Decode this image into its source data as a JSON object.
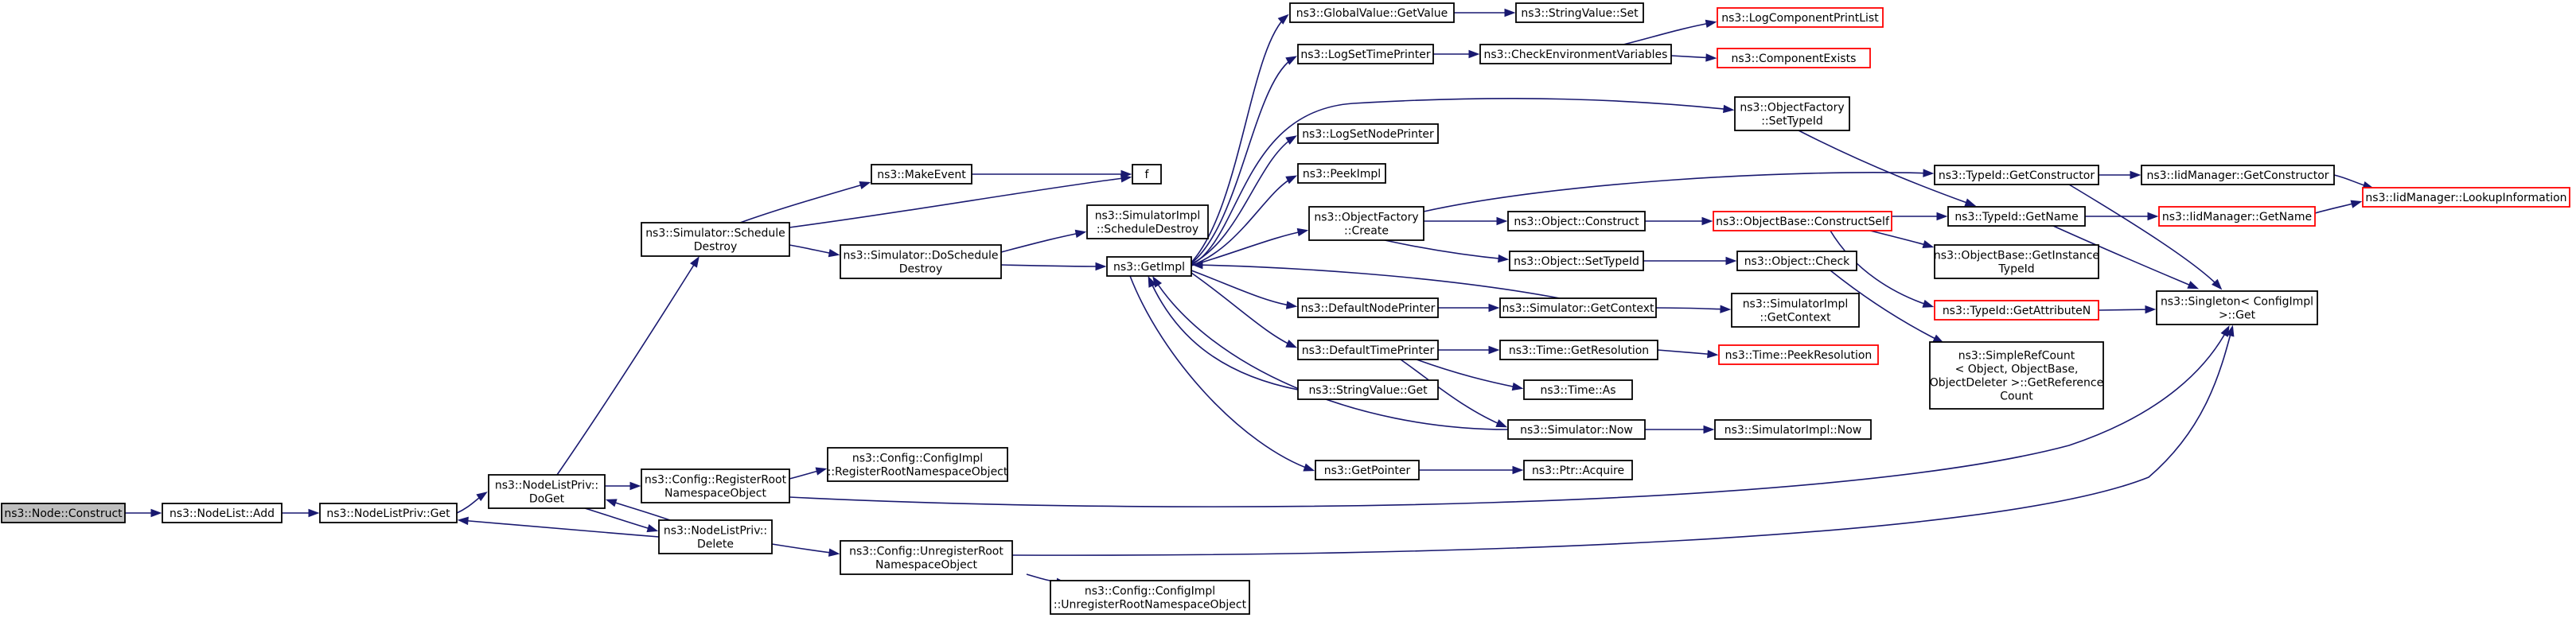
{
  "colors": {
    "edge": "#191970",
    "node_border": "#000000",
    "node_fill": "#ffffff",
    "truncated_border": "#ff0000",
    "root_fill": "#bfbfbf"
  },
  "nodes": [
    {
      "id": "n_construct",
      "lines": [
        "ns3::Node::Construct"
      ],
      "style": "root"
    },
    {
      "id": "n_nodelist_add",
      "lines": [
        "ns3::NodeList::Add"
      ],
      "style": "normal"
    },
    {
      "id": "n_nlp_get",
      "lines": [
        "ns3::NodeListPriv::Get"
      ],
      "style": "normal"
    },
    {
      "id": "n_nlp_doget",
      "lines": [
        "ns3::NodeListPriv::",
        "DoGet"
      ],
      "style": "normal"
    },
    {
      "id": "n_cfg_register",
      "lines": [
        "ns3::Config::RegisterRoot",
        "NamespaceObject"
      ],
      "style": "normal"
    },
    {
      "id": "n_nlp_delete",
      "lines": [
        "ns3::NodeListPriv::",
        "Delete"
      ],
      "style": "normal"
    },
    {
      "id": "n_sim_schedule_destroy",
      "lines": [
        "ns3::Simulator::Schedule",
        "Destroy"
      ],
      "style": "normal"
    },
    {
      "id": "n_cfgimpl_register",
      "lines": [
        "ns3::Config::ConfigImpl",
        "::RegisterRootNamespaceObject"
      ],
      "style": "normal"
    },
    {
      "id": "n_cfg_unregister",
      "lines": [
        "ns3::Config::UnregisterRoot",
        "NamespaceObject"
      ],
      "style": "normal"
    },
    {
      "id": "n_cfgimpl_unregister",
      "lines": [
        "ns3::Config::ConfigImpl",
        "::UnregisterRootNamespaceObject"
      ],
      "style": "normal"
    },
    {
      "id": "n_make_event",
      "lines": [
        "ns3::MakeEvent"
      ],
      "style": "normal"
    },
    {
      "id": "n_f",
      "lines": [
        "f"
      ],
      "style": "normal"
    },
    {
      "id": "n_sim_do_schedule_destroy",
      "lines": [
        "ns3::Simulator::DoSchedule",
        "Destroy"
      ],
      "style": "normal"
    },
    {
      "id": "n_simimpl_schedule_destroy",
      "lines": [
        "ns3::SimulatorImpl",
        "::ScheduleDestroy"
      ],
      "style": "normal"
    },
    {
      "id": "n_getimpl",
      "lines": [
        "ns3::GetImpl"
      ],
      "style": "normal"
    },
    {
      "id": "n_globalvalue_getvalue",
      "lines": [
        "ns3::GlobalValue::GetValue"
      ],
      "style": "normal"
    },
    {
      "id": "n_stringvalue_set",
      "lines": [
        "ns3::StringValue::Set"
      ],
      "style": "normal"
    },
    {
      "id": "n_log_set_time_printer",
      "lines": [
        "ns3::LogSetTimePrinter"
      ],
      "style": "normal"
    },
    {
      "id": "n_check_env_vars",
      "lines": [
        "ns3::CheckEnvironmentVariables"
      ],
      "style": "normal"
    },
    {
      "id": "n_log_component_print_list",
      "lines": [
        "ns3::LogComponentPrintList"
      ],
      "style": "truncated"
    },
    {
      "id": "n_component_exists",
      "lines": [
        "ns3::ComponentExists"
      ],
      "style": "truncated"
    },
    {
      "id": "n_log_set_node_printer",
      "lines": [
        "ns3::LogSetNodePrinter"
      ],
      "style": "normal"
    },
    {
      "id": "n_objfactory_settypeid",
      "lines": [
        "ns3::ObjectFactory",
        "::SetTypeId"
      ],
      "style": "normal"
    },
    {
      "id": "n_peekimpl",
      "lines": [
        "ns3::PeekImpl"
      ],
      "style": "normal"
    },
    {
      "id": "n_objfactory_create",
      "lines": [
        "ns3::ObjectFactory",
        "::Create"
      ],
      "style": "normal"
    },
    {
      "id": "n_object_construct",
      "lines": [
        "ns3::Object::Construct"
      ],
      "style": "normal"
    },
    {
      "id": "n_objectbase_constructself",
      "lines": [
        "ns3::ObjectBase::ConstructSelf"
      ],
      "style": "truncated"
    },
    {
      "id": "n_object_settypeid",
      "lines": [
        "ns3::Object::SetTypeId"
      ],
      "style": "normal"
    },
    {
      "id": "n_object_check",
      "lines": [
        "ns3::Object::Check"
      ],
      "style": "normal"
    },
    {
      "id": "n_default_node_printer",
      "lines": [
        "ns3::DefaultNodePrinter"
      ],
      "style": "normal"
    },
    {
      "id": "n_sim_getcontext",
      "lines": [
        "ns3::Simulator::GetContext"
      ],
      "style": "normal"
    },
    {
      "id": "n_simimpl_getcontext",
      "lines": [
        "ns3::SimulatorImpl",
        "::GetContext"
      ],
      "style": "normal"
    },
    {
      "id": "n_default_time_printer",
      "lines": [
        "ns3::DefaultTimePrinter"
      ],
      "style": "normal"
    },
    {
      "id": "n_time_getresolution",
      "lines": [
        "ns3::Time::GetResolution"
      ],
      "style": "normal"
    },
    {
      "id": "n_time_peekresolution",
      "lines": [
        "ns3::Time::PeekResolution"
      ],
      "style": "truncated"
    },
    {
      "id": "n_time_as",
      "lines": [
        "ns3::Time::As"
      ],
      "style": "normal"
    },
    {
      "id": "n_stringvalue_get",
      "lines": [
        "ns3::StringValue::Get"
      ],
      "style": "normal"
    },
    {
      "id": "n_sim_now",
      "lines": [
        "ns3::Simulator::Now"
      ],
      "style": "normal"
    },
    {
      "id": "n_simimpl_now",
      "lines": [
        "ns3::SimulatorImpl::Now"
      ],
      "style": "normal"
    },
    {
      "id": "n_getpointer",
      "lines": [
        "ns3::GetPointer"
      ],
      "style": "normal"
    },
    {
      "id": "n_ptr_acquire",
      "lines": [
        "ns3::Ptr::Acquire"
      ],
      "style": "normal"
    },
    {
      "id": "n_typeid_getconstructor",
      "lines": [
        "ns3::TypeId::GetConstructor"
      ],
      "style": "normal"
    },
    {
      "id": "n_typeid_getname",
      "lines": [
        "ns3::TypeId::GetName"
      ],
      "style": "normal"
    },
    {
      "id": "n_objectbase_getinstancetypeid",
      "lines": [
        "ns3::ObjectBase::GetInstance",
        "TypeId"
      ],
      "style": "normal"
    },
    {
      "id": "n_typeid_getattributen",
      "lines": [
        "ns3::TypeId::GetAttributeN"
      ],
      "style": "truncated"
    },
    {
      "id": "n_simplerefcount_getrefcount",
      "lines": [
        "ns3::SimpleRefCount",
        "< Object, ObjectBase,",
        "ObjectDeleter >::GetReference",
        "Count"
      ],
      "style": "normal"
    },
    {
      "id": "n_iidmanager_getconstructor",
      "lines": [
        "ns3::IidManager::GetConstructor"
      ],
      "style": "normal"
    },
    {
      "id": "n_iidmanager_getname",
      "lines": [
        "ns3::IidManager::GetName"
      ],
      "style": "truncated"
    },
    {
      "id": "n_iidmanager_lookupinformation",
      "lines": [
        "ns3::IidManager::LookupInformation"
      ],
      "style": "truncated"
    },
    {
      "id": "n_singleton_get",
      "lines": [
        "ns3::Singleton< ConfigImpl",
        ">::Get"
      ],
      "style": "normal"
    }
  ]
}
